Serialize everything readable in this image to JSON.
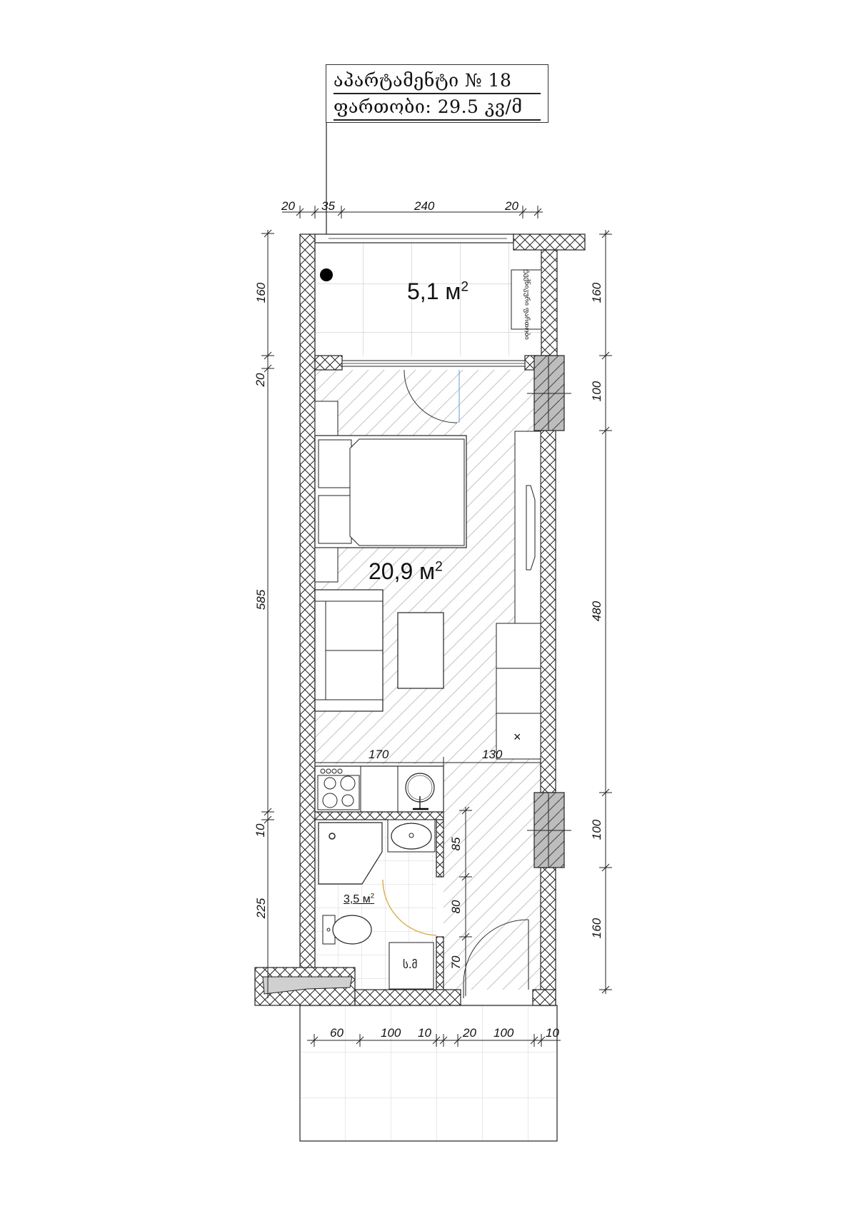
{
  "title_block": {
    "line1": "აპარტამენტი № 18",
    "line2": "ფართობი: 29.5 კვ/მ"
  },
  "rooms": {
    "balcony": {
      "area_value": "5,1 м",
      "area_unit_exp": "2"
    },
    "living": {
      "area_value": "20,9 м",
      "area_unit_exp": "2"
    },
    "bathroom": {
      "area_value": "3,5 м",
      "area_unit_exp": "2"
    }
  },
  "labels": {
    "technical_area": "ტექნიკური ფართობი",
    "washing_machine": "ს.მ",
    "cooktop_cross": "×"
  },
  "dimensions": {
    "top": [
      "20",
      "35",
      "240",
      "20"
    ],
    "left": [
      "160",
      "20",
      "585",
      "10",
      "225"
    ],
    "right": [
      "160",
      "100",
      "480",
      "100",
      "160"
    ],
    "kitchen": [
      "170",
      "130"
    ],
    "corridor": [
      "85",
      "80",
      "70"
    ],
    "bottom": [
      "60",
      "100",
      "10",
      "20",
      "100",
      "10"
    ]
  },
  "colors": {
    "wall_line": "#222222",
    "hatch": "#bbbbbb",
    "window_fill": "#bdbdbd",
    "bath_door": "#d9b45a",
    "grid": "#cfcfcf"
  }
}
